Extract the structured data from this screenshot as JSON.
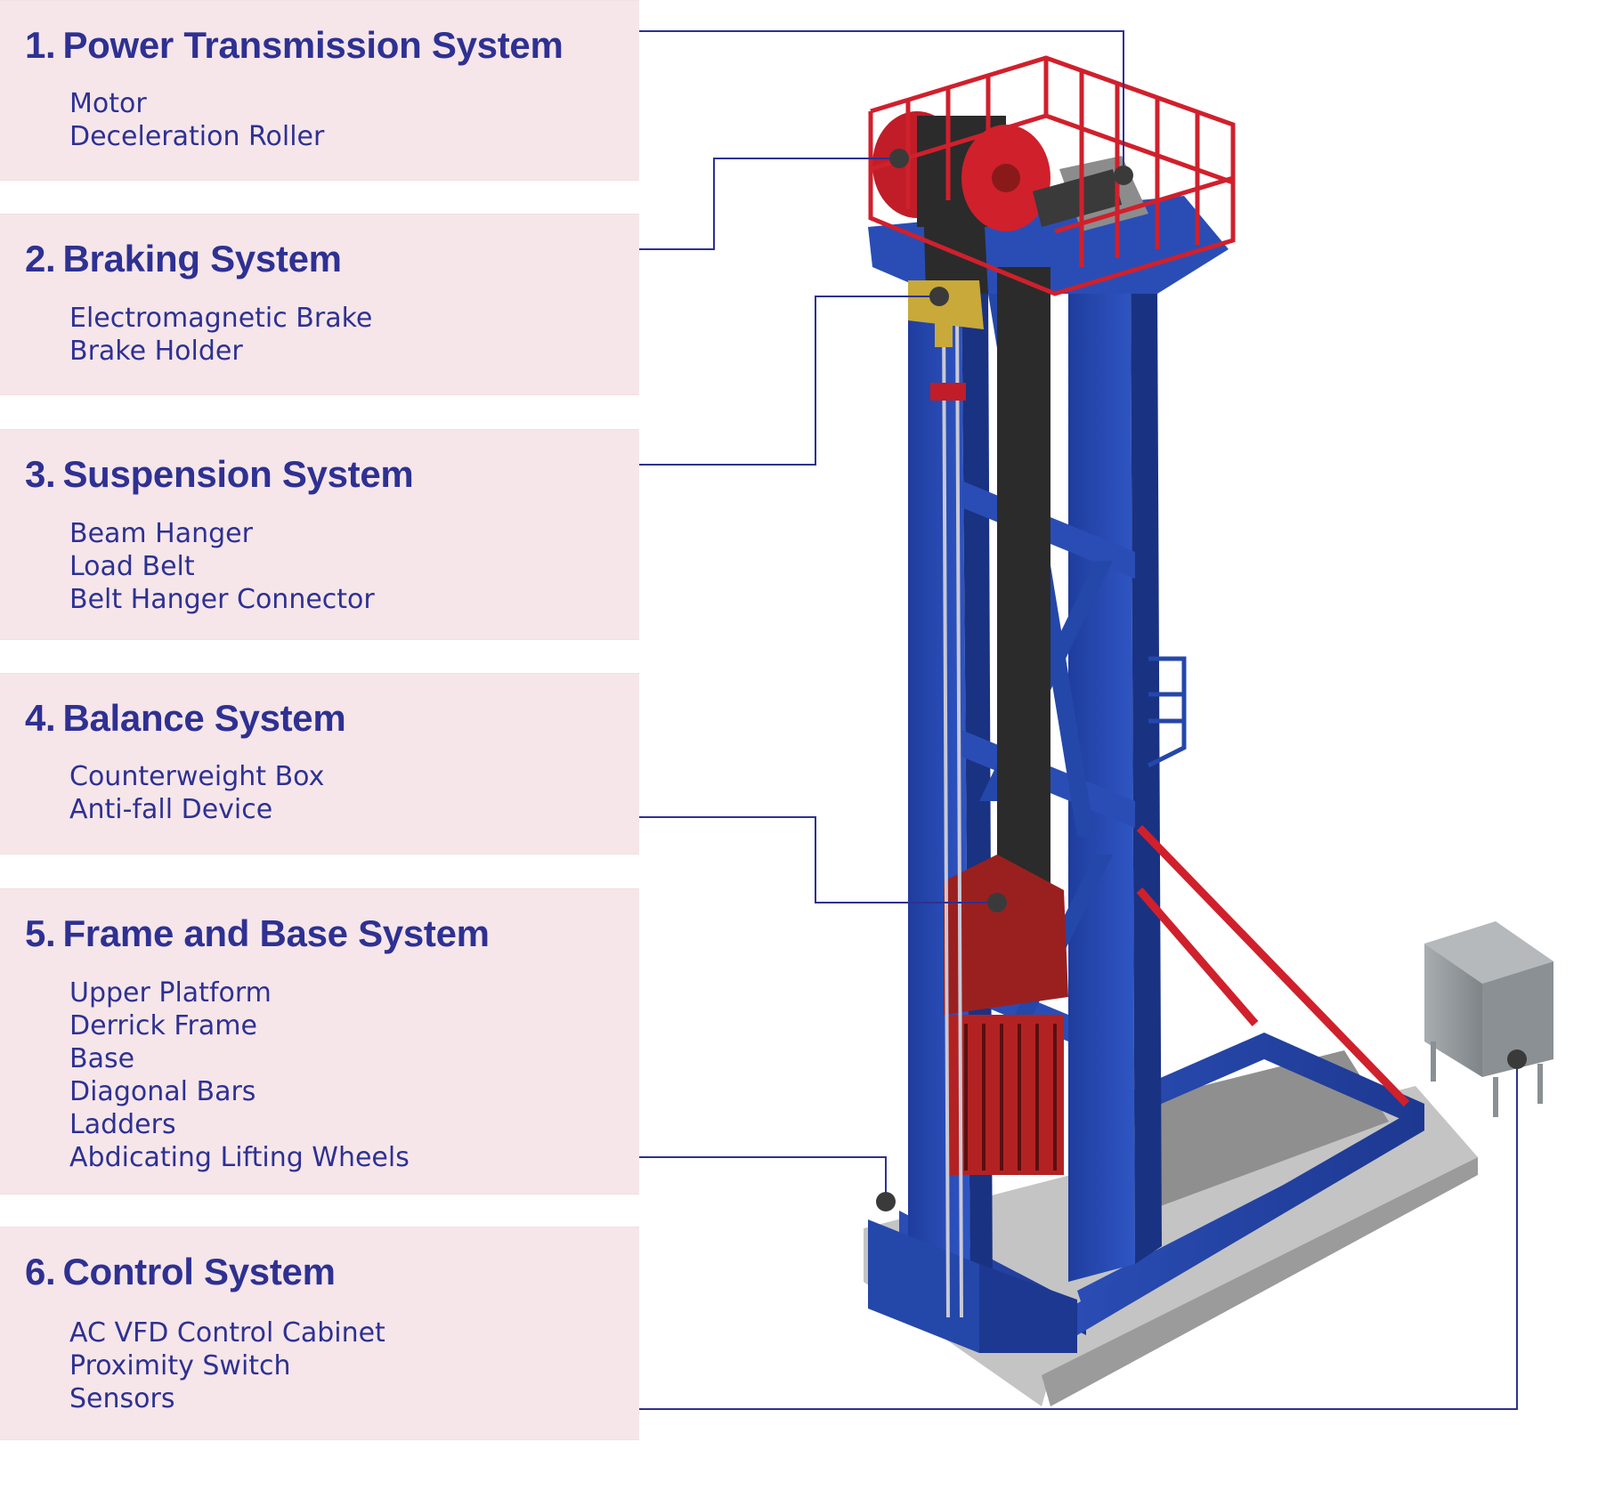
{
  "systems": [
    {
      "number": "1.",
      "title": "Power Transmission System",
      "items": [
        "Motor",
        "Deceleration Roller"
      ]
    },
    {
      "number": "2.",
      "title": "Braking System",
      "items": [
        "Electromagnetic Brake",
        "Brake Holder"
      ]
    },
    {
      "number": "3.",
      "title": "Suspension System",
      "items": [
        "Beam Hanger",
        "Load Belt",
        "Belt Hanger Connector"
      ]
    },
    {
      "number": "4.",
      "title": "Balance System",
      "items": [
        "Counterweight Box",
        "Anti-fall Device"
      ]
    },
    {
      "number": "5.",
      "title": "Frame and Base System",
      "items": [
        "Upper Platform",
        "Derrick Frame",
        "Base",
        "Diagonal Bars",
        "Ladders",
        "Abdicating Lifting Wheels"
      ]
    },
    {
      "number": "6.",
      "title": "Control System",
      "items": [
        "AC VFD Control Cabinet",
        "Proximity Switch",
        "Sensors"
      ]
    }
  ],
  "colors": {
    "panel_bg": "#f6e6ea",
    "text": "#2e3192",
    "leader_line": "#2e3192",
    "frame_blue": "#2a4db5",
    "rail_red": "#d0202c",
    "belt_black": "#2b2b2b",
    "counterweight_red": "#9a2020",
    "base_gray": "#b8b8b8",
    "cabinet_gray": "#9ea3a6"
  }
}
